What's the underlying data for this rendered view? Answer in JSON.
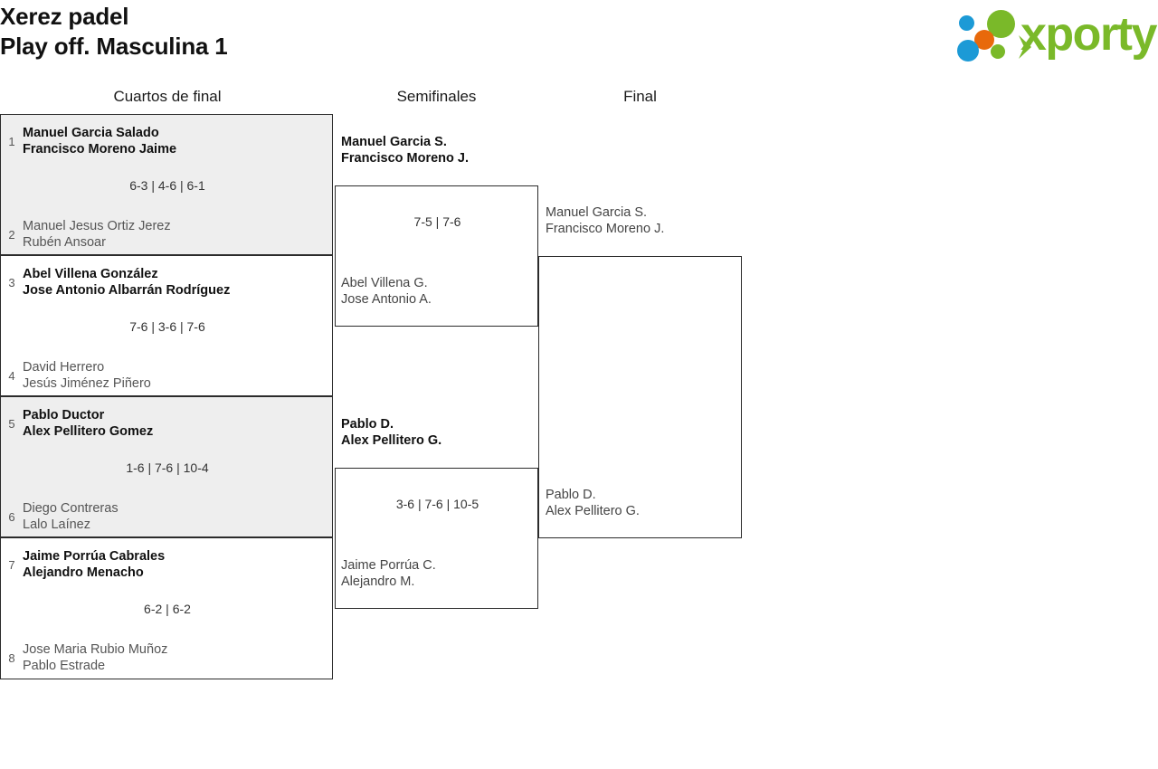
{
  "header": {
    "tournament_name": "Xerez padel",
    "category": "Play off. Masculina 1",
    "logo": {
      "wordmark": "xporty",
      "colors": {
        "green": "#7ab929",
        "blue": "#1c9ad6",
        "orange": "#e8690b"
      }
    }
  },
  "rounds": [
    {
      "label": "Cuartos de final"
    },
    {
      "label": "Semifinales"
    },
    {
      "label": "Final"
    }
  ],
  "quarter_finals": [
    {
      "score": "6-3 | 4-6 | 6-1",
      "top": {
        "seed": "1",
        "player1": "Manuel Garcia Salado",
        "player2": "Francisco Moreno Jaime",
        "winner": true
      },
      "bottom": {
        "seed": "2",
        "player1": "Manuel Jesus Ortiz Jerez",
        "player2": "Rubén Ansoar",
        "winner": false
      }
    },
    {
      "score": "7-6 | 3-6 | 7-6",
      "top": {
        "seed": "3",
        "player1": "Abel Villena González",
        "player2": "Jose Antonio Albarrán Rodríguez",
        "winner": true
      },
      "bottom": {
        "seed": "4",
        "player1": "David Herrero",
        "player2": "Jesús Jiménez Piñero",
        "winner": false
      }
    },
    {
      "score": "1-6 | 7-6 | 10-4",
      "top": {
        "seed": "5",
        "player1": "Pablo Ductor",
        "player2": "Alex Pellitero Gomez",
        "winner": true
      },
      "bottom": {
        "seed": "6",
        "player1": "Diego Contreras",
        "player2": "Lalo Laínez",
        "winner": false
      }
    },
    {
      "score": "6-2 | 6-2",
      "top": {
        "seed": "7",
        "player1": "Jaime Porrúa Cabrales",
        "player2": "Alejandro Menacho",
        "winner": true
      },
      "bottom": {
        "seed": "8",
        "player1": "Jose Maria Rubio Muñoz",
        "player2": "Pablo Estrade",
        "winner": false
      }
    }
  ],
  "semi_finals": [
    {
      "score": "7-5 | 7-6",
      "top": {
        "player1": "Manuel Garcia S.",
        "player2": "Francisco Moreno J.",
        "winner": true
      },
      "bottom": {
        "player1": "Abel Villena G.",
        "player2": "Jose Antonio A.",
        "winner": false
      }
    },
    {
      "score": "3-6 | 7-6 | 10-5",
      "top": {
        "player1": "Pablo D.",
        "player2": "Alex Pellitero G.",
        "winner": true
      },
      "bottom": {
        "player1": "Jaime Porrúa C.",
        "player2": "Alejandro M.",
        "winner": false
      }
    }
  ],
  "final": {
    "score": "",
    "top": {
      "player1": "Manuel Garcia S.",
      "player2": "Francisco Moreno J.",
      "winner": false
    },
    "bottom": {
      "player1": "Pablo D.",
      "player2": "Alex Pellitero G.",
      "winner": false
    }
  }
}
